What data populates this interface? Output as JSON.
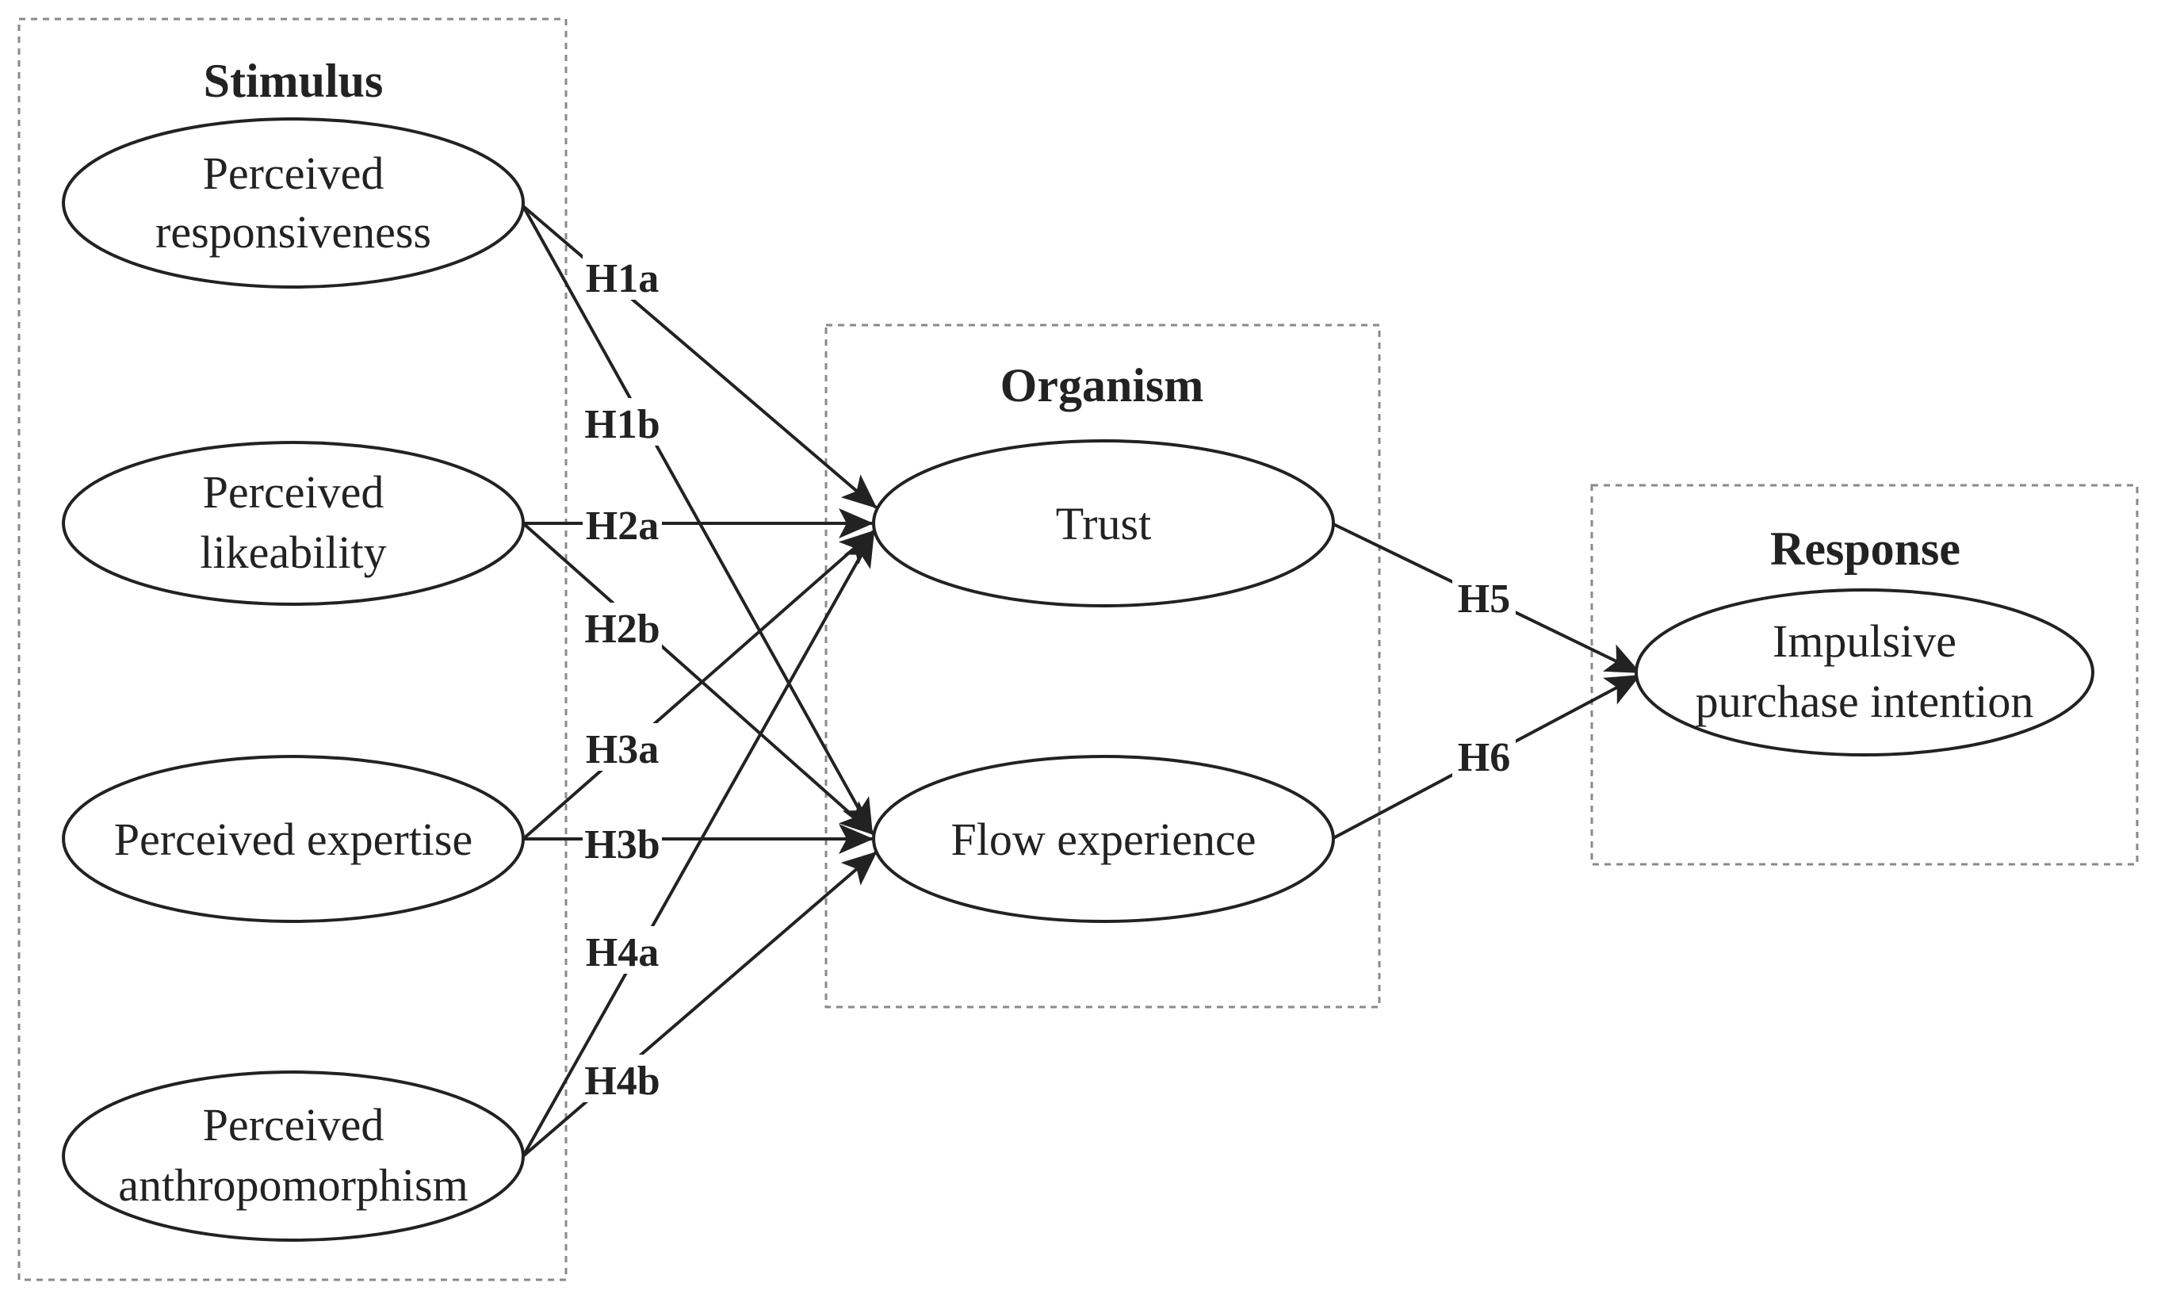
{
  "groups": {
    "stimulus": {
      "title": "Stimulus"
    },
    "organism": {
      "title": "Organism"
    },
    "response": {
      "title": "Response"
    }
  },
  "nodes": {
    "perceived_responsiveness": {
      "line1": "Perceived",
      "line2": "responsiveness"
    },
    "perceived_likeability": {
      "line1": "Perceived",
      "line2": "likeability"
    },
    "perceived_expertise": {
      "line1": "Perceived expertise"
    },
    "perceived_anthropomorphism": {
      "line1": "Perceived",
      "line2": "anthropomorphism"
    },
    "trust": {
      "line1": "Trust"
    },
    "flow_experience": {
      "line1": "Flow experience"
    },
    "impulsive_purchase_intention": {
      "line1": "Impulsive",
      "line2": "purchase intention"
    }
  },
  "edges": [
    {
      "id": "H1a",
      "label": "H1a",
      "from": "perceived_responsiveness",
      "to": "trust"
    },
    {
      "id": "H1b",
      "label": "H1b",
      "from": "perceived_responsiveness",
      "to": "flow_experience"
    },
    {
      "id": "H2a",
      "label": "H2a",
      "from": "perceived_likeability",
      "to": "trust"
    },
    {
      "id": "H2b",
      "label": "H2b",
      "from": "perceived_likeability",
      "to": "flow_experience"
    },
    {
      "id": "H3a",
      "label": "H3a",
      "from": "perceived_expertise",
      "to": "trust"
    },
    {
      "id": "H3b",
      "label": "H3b",
      "from": "perceived_expertise",
      "to": "flow_experience"
    },
    {
      "id": "H4a",
      "label": "H4a",
      "from": "perceived_anthropomorphism",
      "to": "trust"
    },
    {
      "id": "H4b",
      "label": "H4b",
      "from": "perceived_anthropomorphism",
      "to": "flow_experience"
    },
    {
      "id": "H5",
      "label": "H5",
      "from": "trust",
      "to": "impulsive_purchase_intention"
    },
    {
      "id": "H6",
      "label": "H6",
      "from": "flow_experience",
      "to": "impulsive_purchase_intention"
    }
  ],
  "colors": {
    "line": "#222222",
    "box_border": "#8a8a8a",
    "background": "#ffffff"
  }
}
